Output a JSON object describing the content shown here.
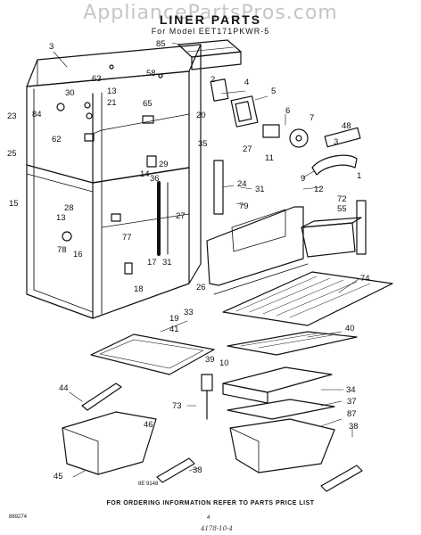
{
  "watermark": "AppliancePartsPros.com",
  "title": "LINER PARTS",
  "model_line": "For Model EET171PKWR-5",
  "callouts": [
    "3",
    "85",
    "58",
    "63",
    "30",
    "84",
    "13",
    "62",
    "21",
    "23",
    "25",
    "15",
    "65",
    "2",
    "4",
    "5",
    "20",
    "6",
    "7",
    "48",
    "3",
    "11",
    "35",
    "27",
    "29",
    "14",
    "36",
    "9",
    "1",
    "12",
    "24",
    "31",
    "27",
    "72",
    "55",
    "79",
    "28",
    "13",
    "77",
    "78",
    "16",
    "17",
    "31",
    "74",
    "18",
    "26",
    "33",
    "19",
    "41",
    "40",
    "39",
    "10",
    "44",
    "34",
    "73",
    "46",
    "37",
    "87",
    "38",
    "45",
    "38"
  ],
  "footer": "FOR ORDERING INFORMATION REFER TO PARTS PRICE LIST",
  "doc_code": "869274",
  "page_number": "4",
  "figure_code": "8E 9148",
  "handwriting": "4178-10-4"
}
